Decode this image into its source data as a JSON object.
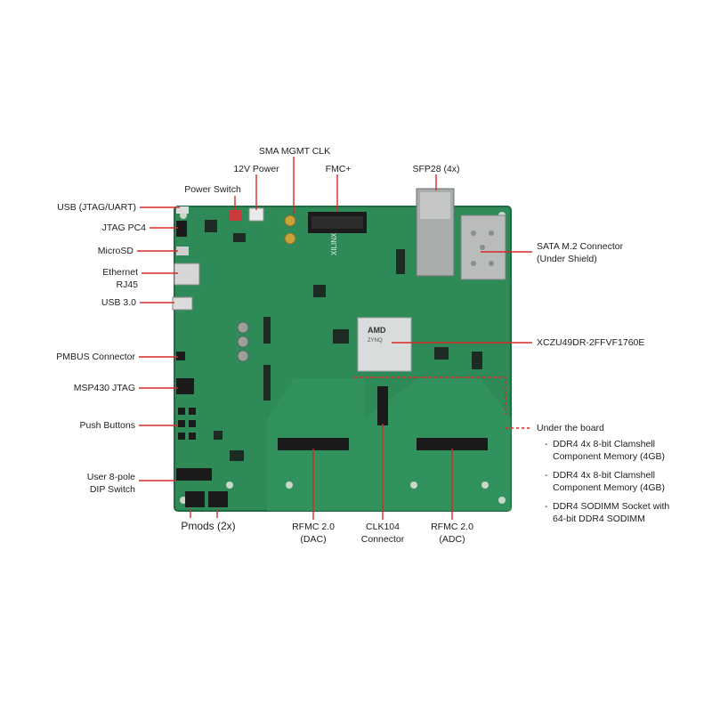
{
  "colors": {
    "pcb": "#2e8a57",
    "pcb_dark": "#1f6b42",
    "pcb_light": "#3aa069",
    "leader": "#d62a2a",
    "chip": "#d9dcdc",
    "connector": "#1b1b1b",
    "silk": "#e8f1ea"
  },
  "labels": {
    "sma_mgmt_clk": "SMA MGMT CLK",
    "power_12v": "12V Power",
    "fmc_plus": "FMC+",
    "sfp28": "SFP28 (4x)",
    "power_switch": "Power Switch",
    "usb_jtag_uart": "USB (JTAG/UART)",
    "jtag_pc4": "JTAG PC4",
    "microsd": "MicroSD",
    "ethernet_line1": "Ethernet",
    "ethernet_line2": "RJ45",
    "usb3": "USB 3.0",
    "pmbus": "PMBUS Connector",
    "msp430": "MSP430 JTAG",
    "push_buttons": "Push Buttons",
    "dip_line1": "User 8-pole",
    "dip_line2": "DIP Switch",
    "pmods": "Pmods (2x)",
    "rfmc_dac_line1": "RFMC 2.0",
    "rfmc_dac_line2": "(DAC)",
    "clk104_line1": "CLK104",
    "clk104_line2": "Connector",
    "rfmc_adc_line1": "RFMC 2.0",
    "rfmc_adc_line2": "(ADC)",
    "sata_line1": "SATA M.2 Connector",
    "sata_line2": "(Under Shield)",
    "fpga_part": "XCZU49DR-2FFVF1760E",
    "under_board": "Under the board",
    "ddr4_a_line1": "DDR4 4x 8-bit Clamshell",
    "ddr4_a_line2": "Component Memory (4GB)",
    "ddr4_b_line1": "DDR4 4x 8-bit Clamshell",
    "ddr4_b_line2": "Component Memory (4GB)",
    "sodimm_line1": "DDR4 SODIMM Socket with",
    "sodimm_line2": "64-bit DDR4 SODIMM",
    "bullet_char": "-"
  },
  "silkscreen": {
    "xilinx": "XILINX",
    "chip_brand": "AMD",
    "chip_family": "ZYNQ"
  }
}
